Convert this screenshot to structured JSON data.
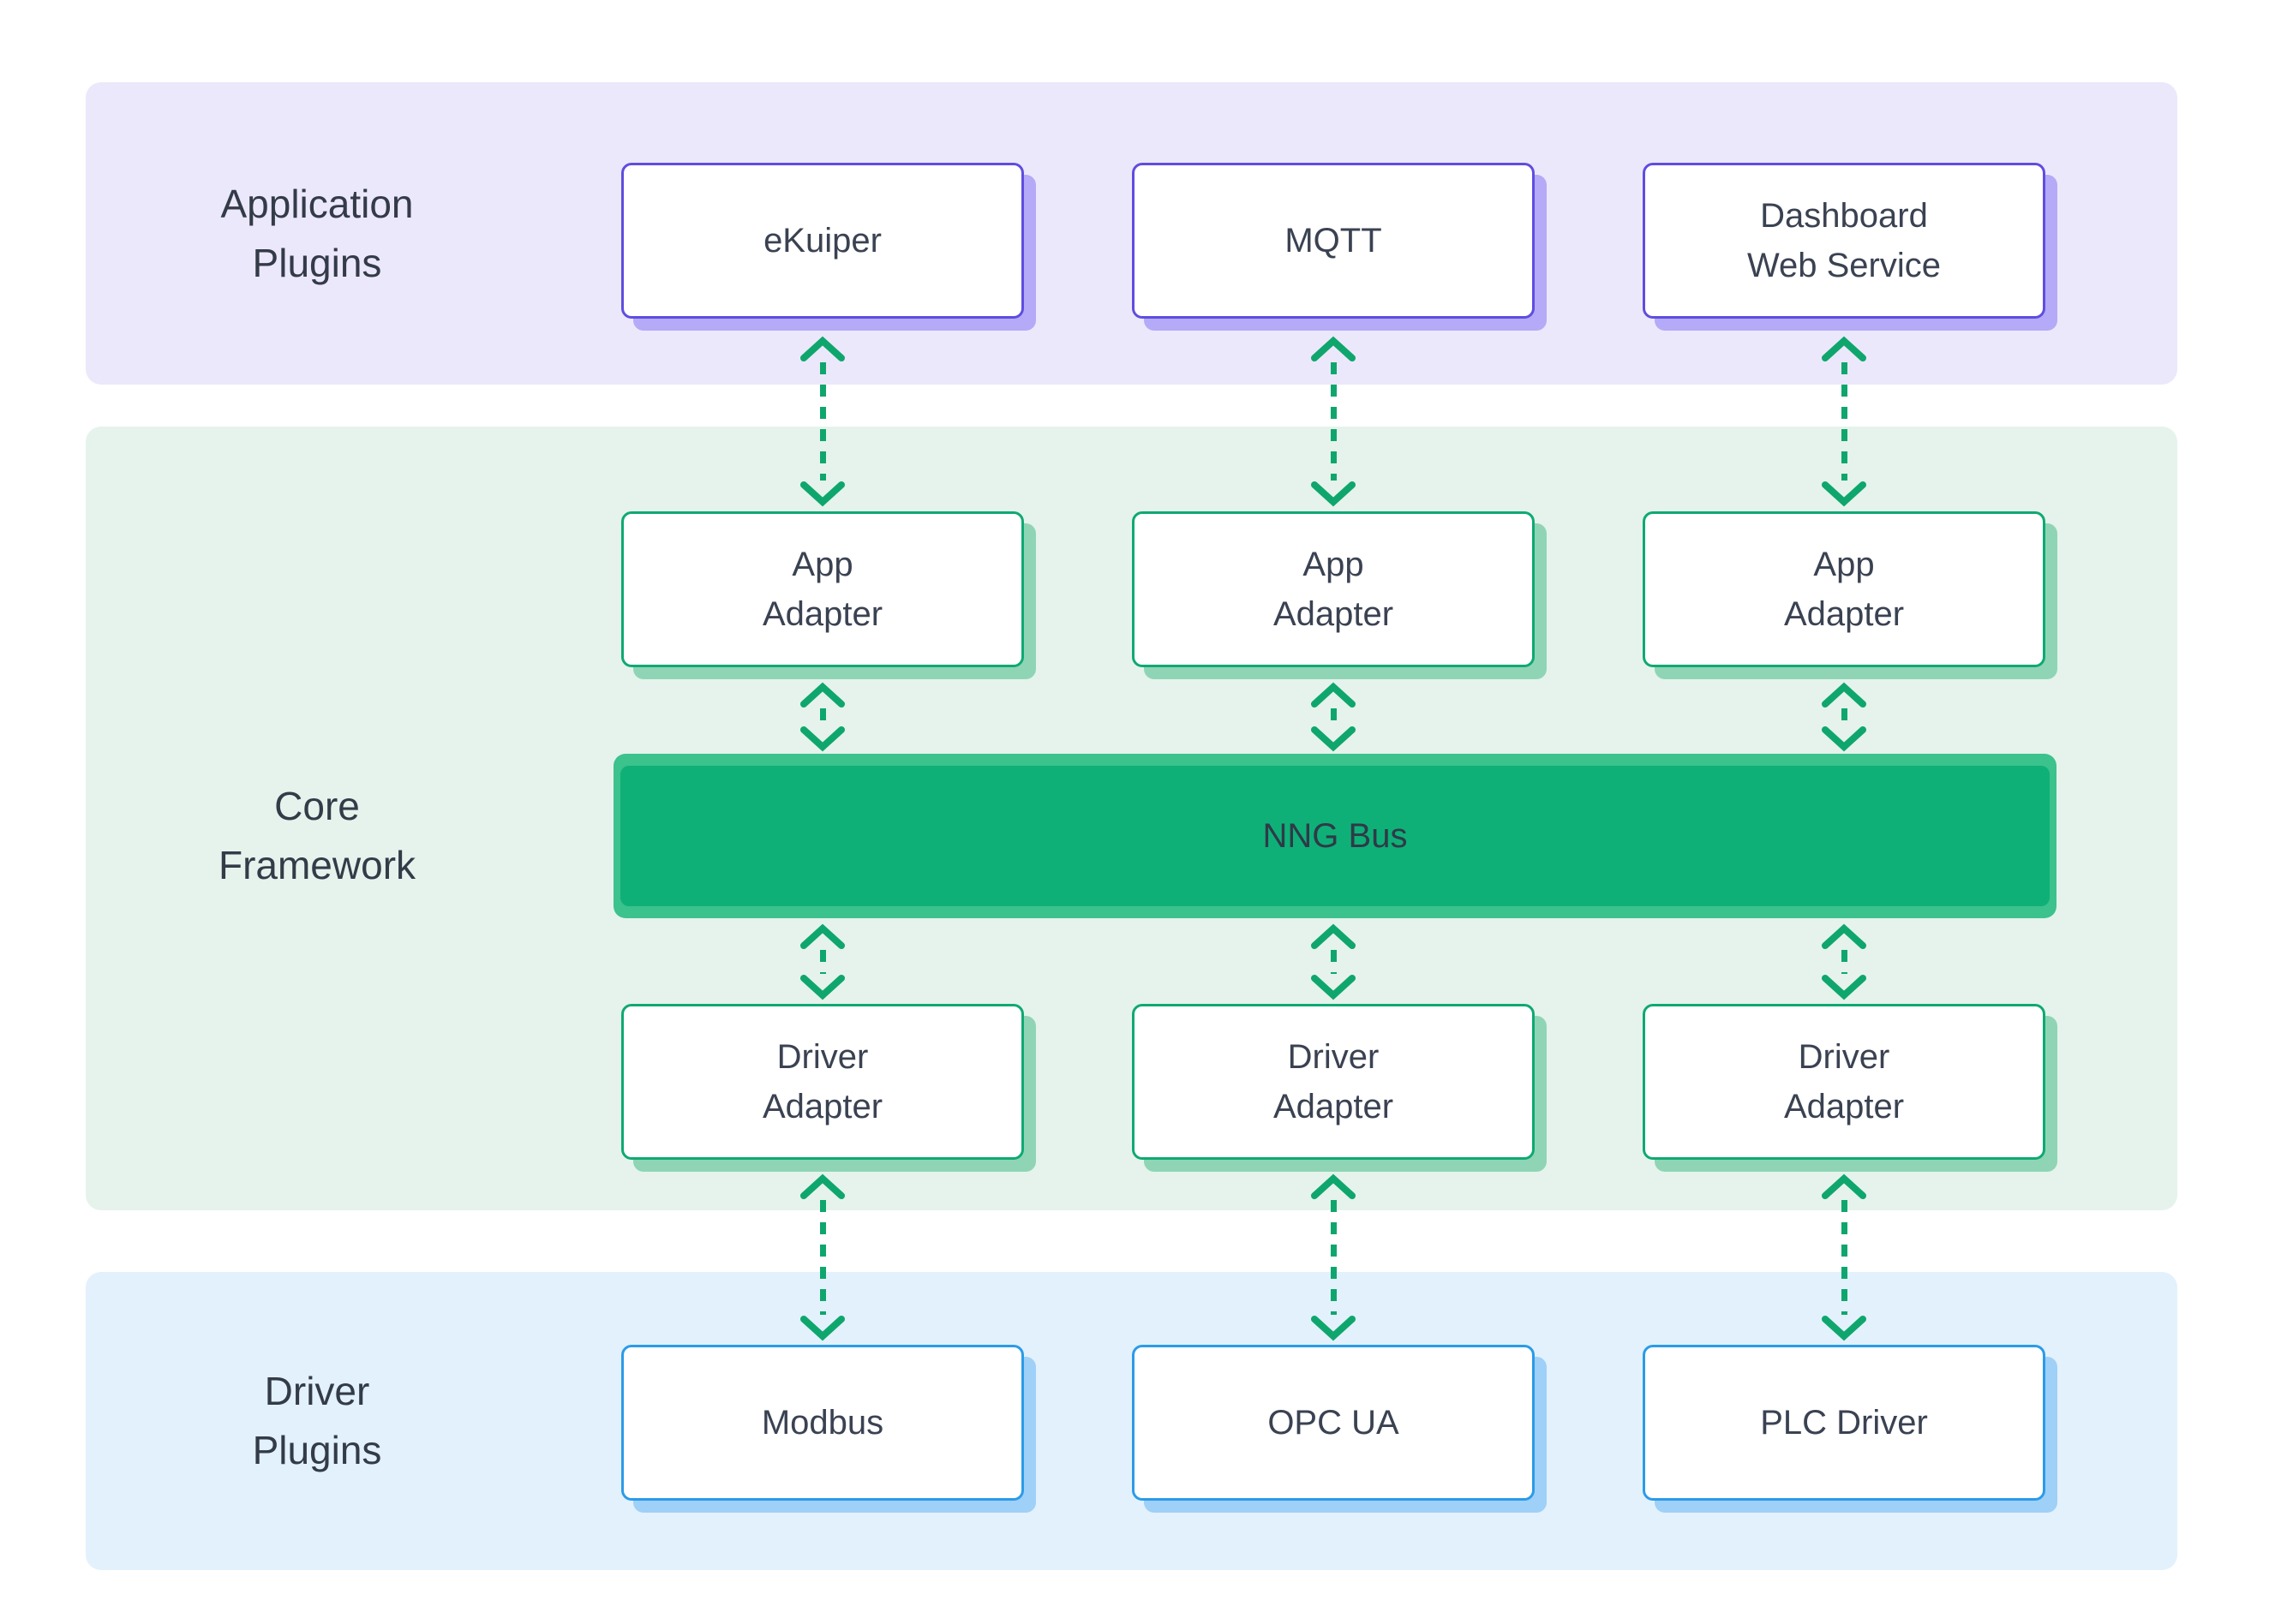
{
  "diagram": {
    "bands": [
      {
        "name": "Application Plugins",
        "label": "Application\nPlugins",
        "theme": "purple",
        "boxes": [
          {
            "label": "eKuiper"
          },
          {
            "label": "MQTT"
          },
          {
            "label": "Dashboard\nWeb Service"
          }
        ]
      },
      {
        "name": "Core Framework",
        "label": "Core\nFramework",
        "theme": "green",
        "app_adapters": [
          {
            "label": "App\nAdapter"
          },
          {
            "label": "App\nAdapter"
          },
          {
            "label": "App\nAdapter"
          }
        ],
        "bus": {
          "label": "NNG Bus"
        },
        "driver_adapters": [
          {
            "label": "Driver\nAdapter"
          },
          {
            "label": "Driver\nAdapter"
          },
          {
            "label": "Driver\nAdapter"
          }
        ]
      },
      {
        "name": "Driver Plugins",
        "label": "Driver\nPlugins",
        "theme": "blue",
        "boxes": [
          {
            "label": "Modbus"
          },
          {
            "label": "OPC UA"
          },
          {
            "label": "PLC Driver"
          }
        ]
      }
    ],
    "colors": {
      "application_band_bg": "#ECE8FB",
      "application_border": "#5F4DE0",
      "application_shadow": "#B4AAF7",
      "core_band_bg": "#E5F3EC",
      "core_border": "#0FA973",
      "core_shadow": "#8FD5B5",
      "bus_outer": "#3CC28C",
      "bus_inner": "#0FB077",
      "driver_band_bg": "#E2F1FC",
      "driver_border": "#2B9BE8",
      "driver_shadow": "#9FD0F7",
      "arrow": "#0FA66D",
      "text": "#3A4252"
    }
  }
}
